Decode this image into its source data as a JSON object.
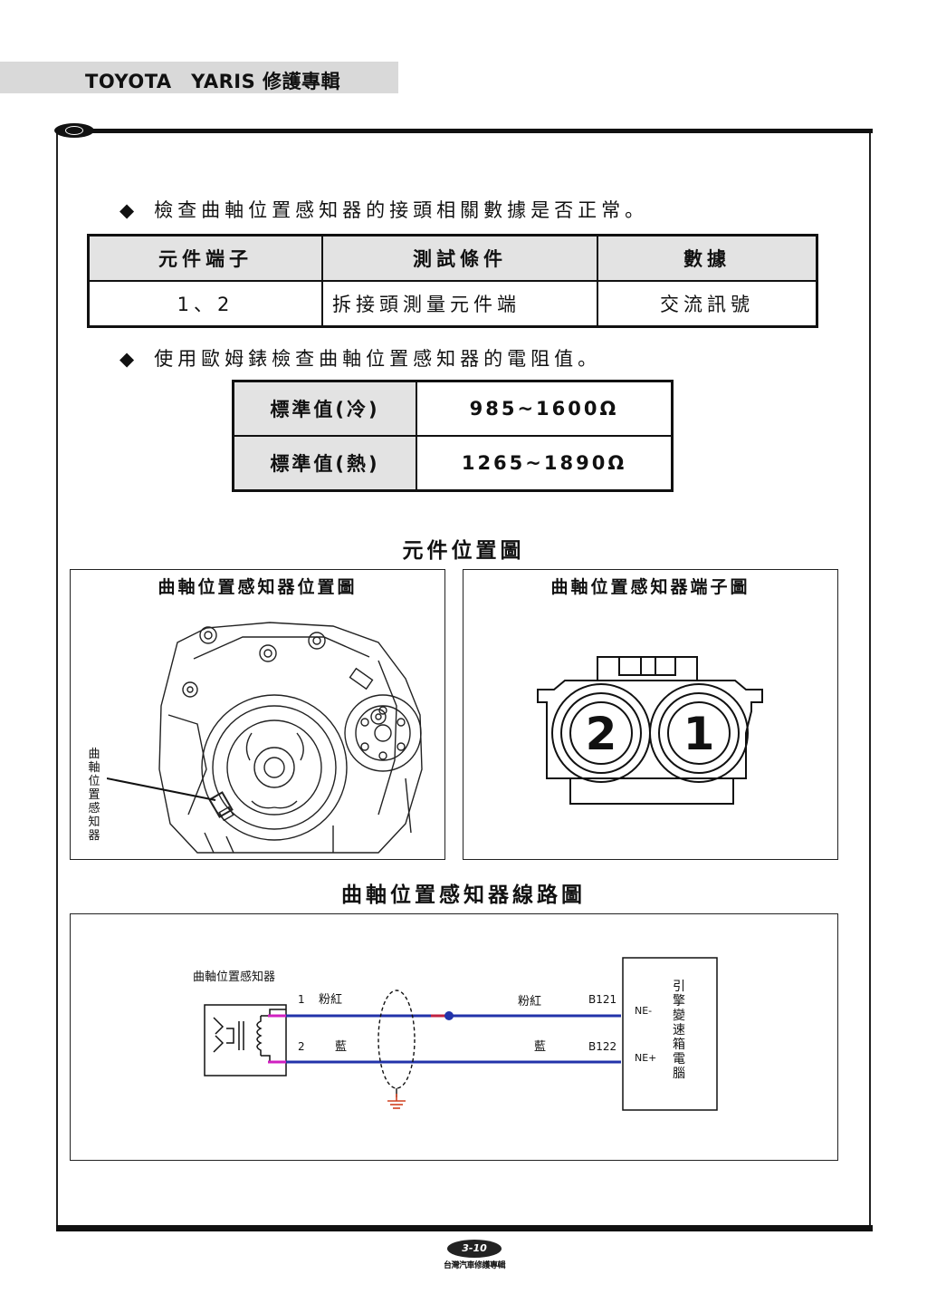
{
  "header": {
    "title": "TOYOTA　YARIS 修護專輯"
  },
  "section1": {
    "bullet": "檢查曲軸位置感知器的接頭相關數據是否正常。",
    "table": {
      "headers": [
        "元件端子",
        "測試條件",
        "數據"
      ],
      "rows": [
        [
          "1、2",
          "拆接頭測量元件端",
          "交流訊號"
        ]
      ]
    }
  },
  "section2": {
    "bullet": "使用歐姆錶檢查曲軸位置感知器的電阻值。",
    "table": {
      "rows": [
        {
          "label": "標準值(冷)",
          "value": "985~1600Ω"
        },
        {
          "label": "標準值(熱)",
          "value": "1265~1890Ω"
        }
      ]
    }
  },
  "component_location": {
    "title": "元件位置圖",
    "left_panel": {
      "title": "曲軸位置感知器位置圖",
      "callout": "曲軸位置感知器"
    },
    "right_panel": {
      "title": "曲軸位置感知器端子圖",
      "pin_left": "2",
      "pin_right": "1"
    }
  },
  "wiring": {
    "title": "曲軸位置感知器線路圖",
    "sensor_label": "曲軸位置感知器",
    "pin1": "1",
    "pin2": "2",
    "wire1_color_left": "粉紅",
    "wire2_color_left": "藍",
    "wire1_color_right": "粉紅",
    "wire2_color_right": "藍",
    "connector1": "B121",
    "connector2": "B122",
    "ecu_pin1": "NE-",
    "ecu_pin2": "NE+",
    "ecu_label": "引擎變速箱電腦",
    "wire_color": "#2233aa",
    "pink_color": "#d020c0"
  },
  "footer": {
    "page": "3-10",
    "publisher": "台灣汽車修護專輯"
  }
}
